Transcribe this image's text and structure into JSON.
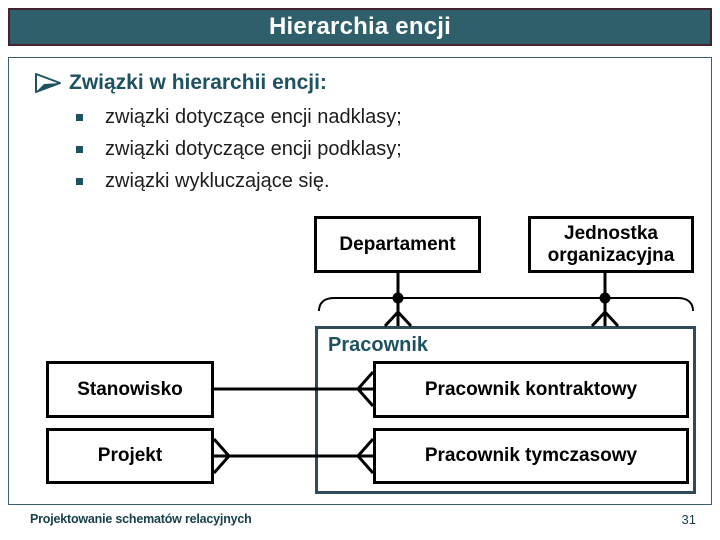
{
  "title": "Hierarchia encji",
  "bullets": {
    "heading": "Związki w hierarchii encji:",
    "items": [
      "związki dotyczące encji nadklasy;",
      "związki dotyczące encji podklasy;",
      "związki wykluczające się."
    ]
  },
  "diagram": {
    "entities": {
      "departament": "Departament",
      "jednostka": "Jednostka organizacyjna",
      "pracownik": "Pracownik",
      "stanowisko": "Stanowisko",
      "kontraktowy": "Pracownik kontraktowy",
      "projekt": "Projekt",
      "tymczasowy": "Pracownik tymczasowy"
    },
    "relations": [
      {
        "from": "Departament",
        "to": "Pracownik",
        "notation": "dot on arc, crow-foot into Pracownik (superclass relationship)"
      },
      {
        "from": "Jednostka organizacyjna",
        "to": "Pracownik",
        "notation": "dot on arc, crow-foot into Pracownik (superclass relationship)"
      },
      {
        "from": "Stanowisko",
        "to": "Pracownik kontraktowy",
        "notation": "line with crow-foot at Pracownik kontraktowy"
      },
      {
        "from": "Projekt",
        "to": "Pracownik tymczasowy",
        "notation": "crow-foot at both ends (many-to-many)"
      }
    ]
  },
  "footer": {
    "left": "Projektowanie schematów relacyjnych",
    "page": "31"
  },
  "icons": {
    "bullet_arrow": "three-d-arrowhead-right-icon",
    "sub_bullet": "square-bullet-icon"
  },
  "colors": {
    "titlebar_bg": "#2E5F6B",
    "titlebar_border": "#46222F",
    "heading_teal": "#1D5260",
    "container_border": "#2F4B59",
    "body_text": "#1c1c1c",
    "footer_text": "#17404D",
    "line_black": "#000000"
  }
}
